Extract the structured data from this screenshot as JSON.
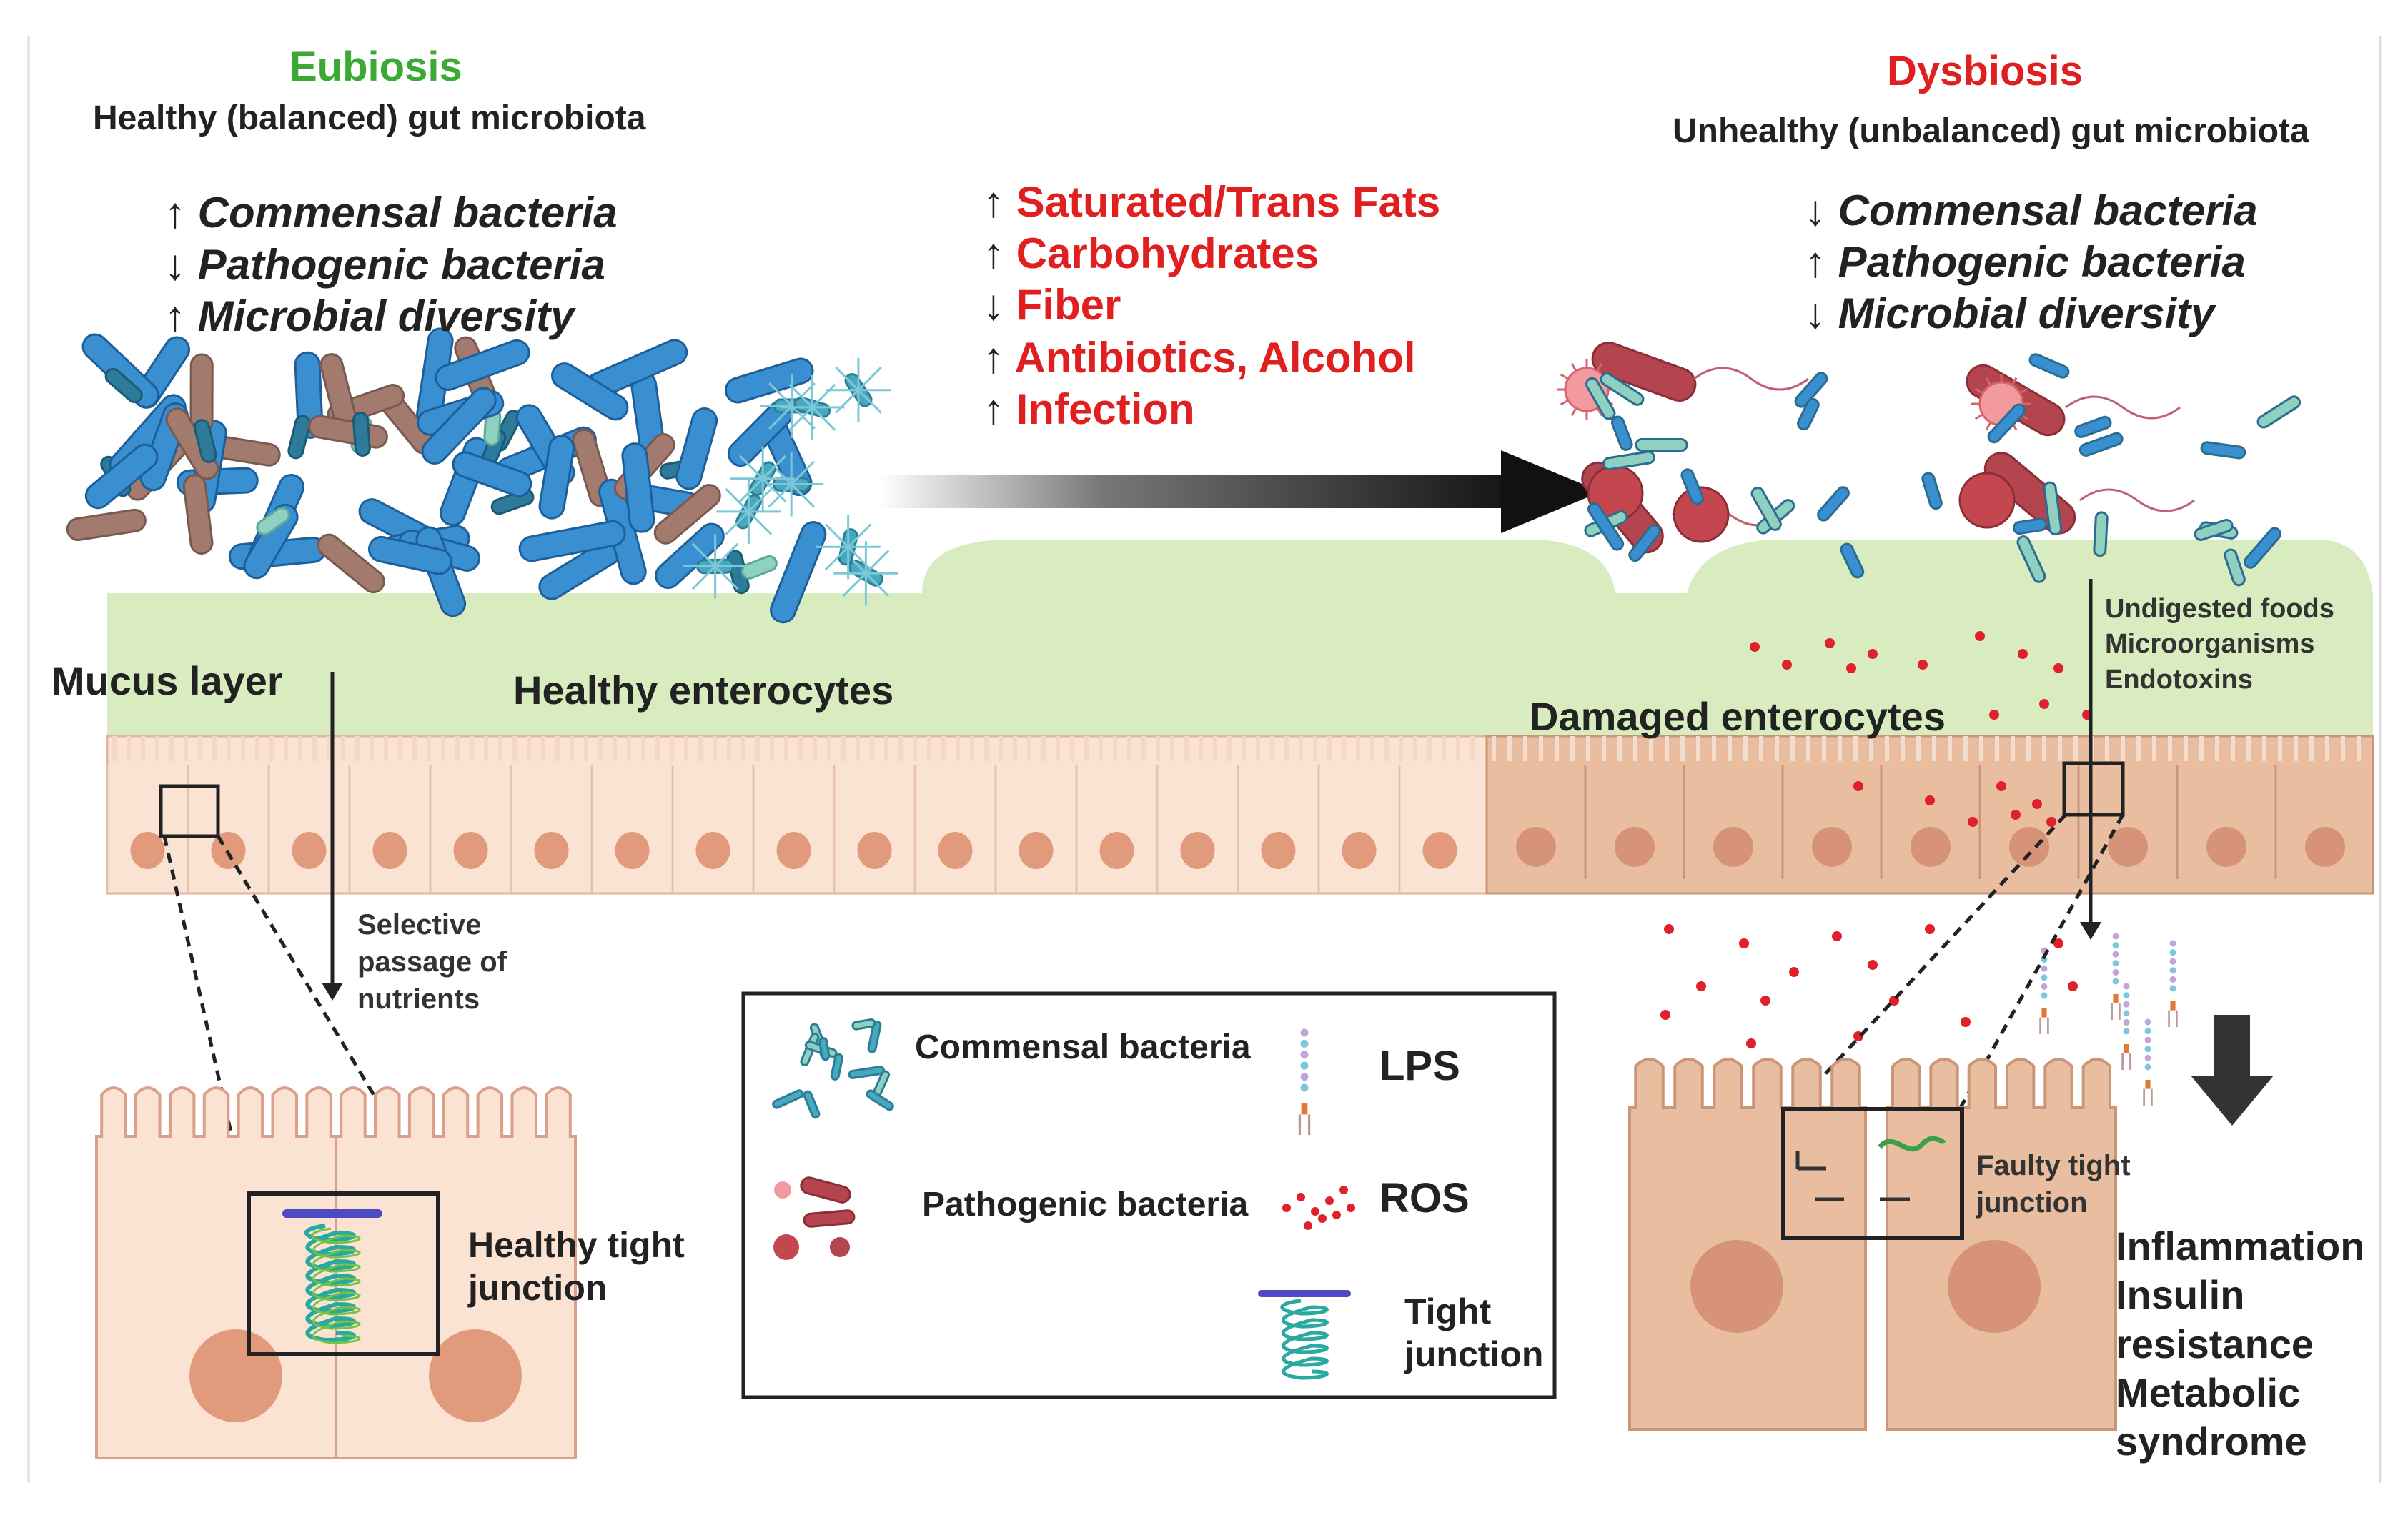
{
  "eubiosis": {
    "title": "Eubiosis",
    "subtitle": "Healthy (balanced) gut microbiota",
    "items": [
      {
        "arrow": "up",
        "label": "Commensal bacteria"
      },
      {
        "arrow": "down",
        "label": "Pathogenic bacteria"
      },
      {
        "arrow": "up",
        "label": "Microbial diversity"
      }
    ]
  },
  "dysbiosis": {
    "title": "Dysbiosis",
    "subtitle": "Unhealthy (unbalanced) gut microbiota",
    "items": [
      {
        "arrow": "down",
        "label": "Commensal bacteria"
      },
      {
        "arrow": "up",
        "label": "Pathogenic bacteria"
      },
      {
        "arrow": "down",
        "label": "Microbial diversity"
      }
    ]
  },
  "factors": [
    {
      "arrow": "up",
      "label": "Saturated/Trans Fats"
    },
    {
      "arrow": "up",
      "label": "Carbohydrates"
    },
    {
      "arrow": "down",
      "label": "Fiber"
    },
    {
      "arrow": "up",
      "label": "Antibiotics, Alcohol"
    },
    {
      "arrow": "up",
      "label": "Infection"
    }
  ],
  "labels": {
    "mucus_layer": "Mucus layer",
    "healthy_enterocytes": "Healthy enterocytes",
    "damaged_enterocytes": "Damaged enterocytes",
    "selective_passage": [
      "Selective",
      "passage of",
      "nutrients"
    ],
    "leak_items": [
      "Undigested foods",
      "Microorganisms",
      "Endotoxins"
    ],
    "healthy_tj": [
      "Healthy tight",
      "junction"
    ],
    "faulty_tj": [
      "Faulty tight",
      "junction"
    ],
    "outcomes": [
      "Inflammation",
      "Insulin",
      "resistance",
      "Metabolic",
      "syndrome"
    ]
  },
  "legend": {
    "commensal": "Commensal bacteria",
    "pathogenic": "Pathogenic bacteria",
    "lps": "LPS",
    "ros": "ROS",
    "tight_junction": [
      "Tight",
      "junction"
    ]
  },
  "colors": {
    "eubiosis_title": "#3aaa35",
    "dysbiosis_title": "#e02020",
    "factor_text": "#e02020",
    "mucus": "#d9ecc0",
    "healthy_cell": "#fbe3d4",
    "damaged_cell": "#e9bea0",
    "nucleus": "#e29a7c",
    "commensal_bacteria": "#3a8fd1",
    "pathogenic_bacteria": "#b4444e",
    "ros_dot": "#e0202a"
  }
}
